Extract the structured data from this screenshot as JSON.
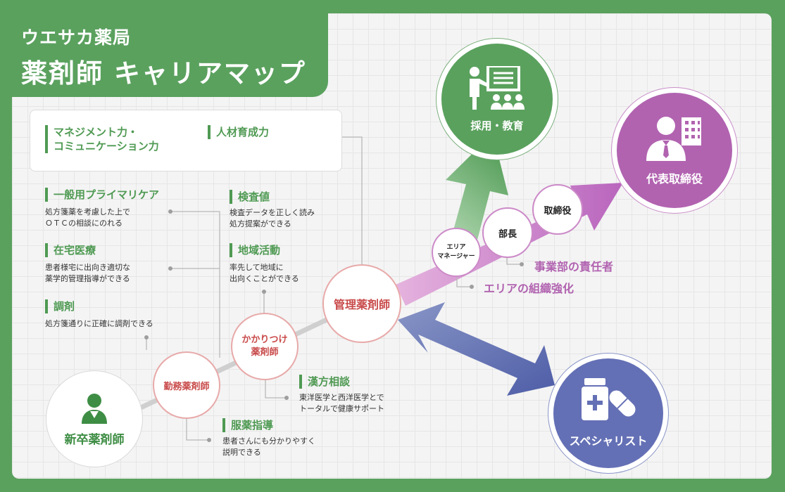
{
  "title": {
    "brand": "ウエサカ薬局",
    "main": "薬剤師 キャリアマップ"
  },
  "management_box": {
    "left": "マネジメント力・\nコミュニケーション力",
    "right": "人材育成力"
  },
  "skills": {
    "primary_care": {
      "title": "一般用プライマリケア",
      "desc": "処方箋薬を考慮した上で\nＯＴＣの相談にのれる"
    },
    "home_care": {
      "title": "在宅医療",
      "desc": "患者様宅に出向き適切な\n薬学的管理指導ができる"
    },
    "dispensing": {
      "title": "調剤",
      "desc": "処方箋通りに正確に調剤できる"
    },
    "lab_values": {
      "title": "検査値",
      "desc": "検査データを正しく読み\n処方提案ができる"
    },
    "community": {
      "title": "地域活動",
      "desc": "率先して地域に\n出向くことができる"
    },
    "kampo": {
      "title": "漢方相談",
      "desc": "東洋医学と西洋医学とで\nトータルで健康サポート"
    },
    "medication_guidance": {
      "title": "服薬指導",
      "desc": "患者さんにも分かりやすく\n説明できる"
    }
  },
  "stages": {
    "new_grad": "新卒薬剤師",
    "staff": "勤務薬剤師",
    "family_line1": "かかりつけ",
    "family_line2": "薬剤師",
    "manager": "管理薬剤師",
    "area_manager_line1": "エリア",
    "area_manager_line2": "マネージャー",
    "division_head": "部長",
    "director": "取締役"
  },
  "roles": {
    "area_strength": "エリアの組織強化",
    "division_lead": "事業部の責任者"
  },
  "destinations": {
    "education": "採用・教育",
    "ceo": "代表取締役",
    "specialist": "スペシャリスト"
  },
  "colors": {
    "green": "#5aa15e",
    "skill_green": "#4f9a53",
    "pink_border": "#e8a9a9",
    "stage_text": "#c94b4b",
    "purple": "#b163b0",
    "blue": "#6470b5"
  }
}
